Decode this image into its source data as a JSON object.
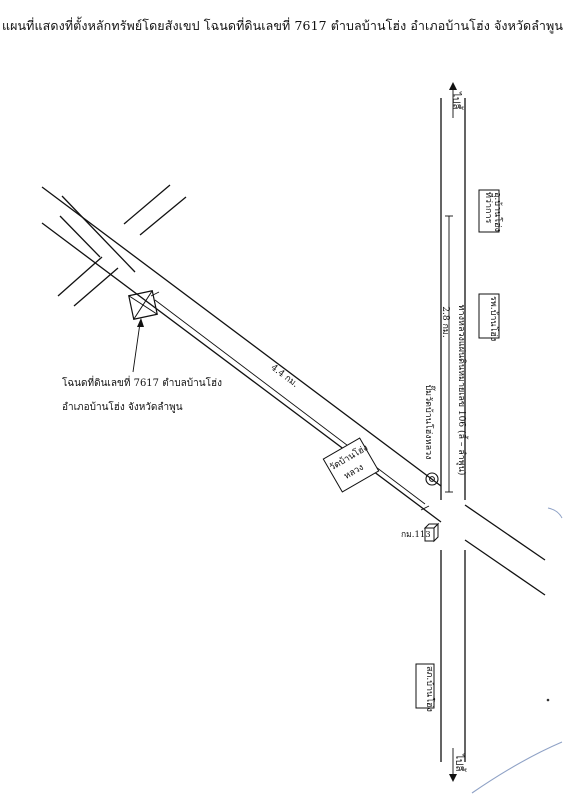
{
  "title": "แผนที่แสดงที่ตั้งหลักทรัพย์โดยสังเขป โฉนดที่ดินเลขที่ 7617 ตำบลบ้านโฮ่ง อำเภอบ้านโฮ่ง จังหวัดลำพูน",
  "labels": {
    "to_north": "ไปลี้",
    "to_south": "ไปลี้",
    "district_office": "ที่ว่าการ อ.บ้านโฮ่ง",
    "district_office_l1": "ที่ว่าการ",
    "district_office_l2": "อ.บ้านโฮ่ง",
    "hospital": "รพ.บ้านโฮ่ง",
    "police": "สภ.บ้านโฮ่ง",
    "temple": "วัดบ้านโฮ่ง หลวง",
    "temple_l1": "วัดบ้านโฮ่ง",
    "temple_l2": "หลวง",
    "gas_station": "ปั๊มวัดบ้านโฮ่งหลวง",
    "highway": "ทางหลวงแผ่นดินหมายเลข 106 (ลี้ – ลำพูน)",
    "dist_main": "2.8 กม.",
    "dist_diag": "4.4 กม.",
    "km_marker": "กม.113",
    "parcel_line1": "โฉนดที่ดินเลขที่ 7617 ตำบลบ้านโฮ่ง",
    "parcel_line2": "อำเภอบ้านโฮ่ง จังหวัดลำพูน"
  }
}
